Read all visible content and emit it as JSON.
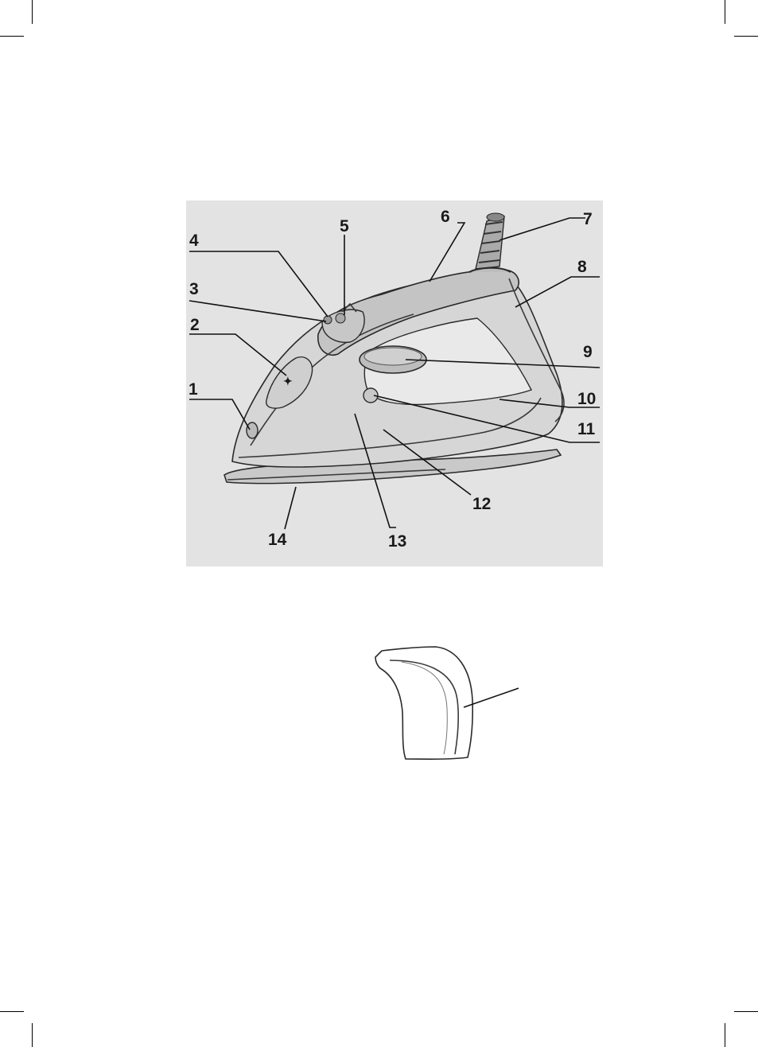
{
  "diagram": {
    "callouts": [
      {
        "id": "1",
        "label": "1"
      },
      {
        "id": "2",
        "label": "2"
      },
      {
        "id": "3",
        "label": "3"
      },
      {
        "id": "4",
        "label": "4"
      },
      {
        "id": "5",
        "label": "5"
      },
      {
        "id": "6",
        "label": "6"
      },
      {
        "id": "7",
        "label": "7"
      },
      {
        "id": "8",
        "label": "8"
      },
      {
        "id": "9",
        "label": "9"
      },
      {
        "id": "10",
        "label": "10"
      },
      {
        "id": "11",
        "label": "11"
      },
      {
        "id": "12",
        "label": "12"
      },
      {
        "id": "13",
        "label": "13"
      },
      {
        "id": "14",
        "label": "14"
      }
    ]
  },
  "colors": {
    "panel_background": "#e3e3e3",
    "iron_body": "#d6d6d6",
    "ink": "#1a1a1a"
  }
}
